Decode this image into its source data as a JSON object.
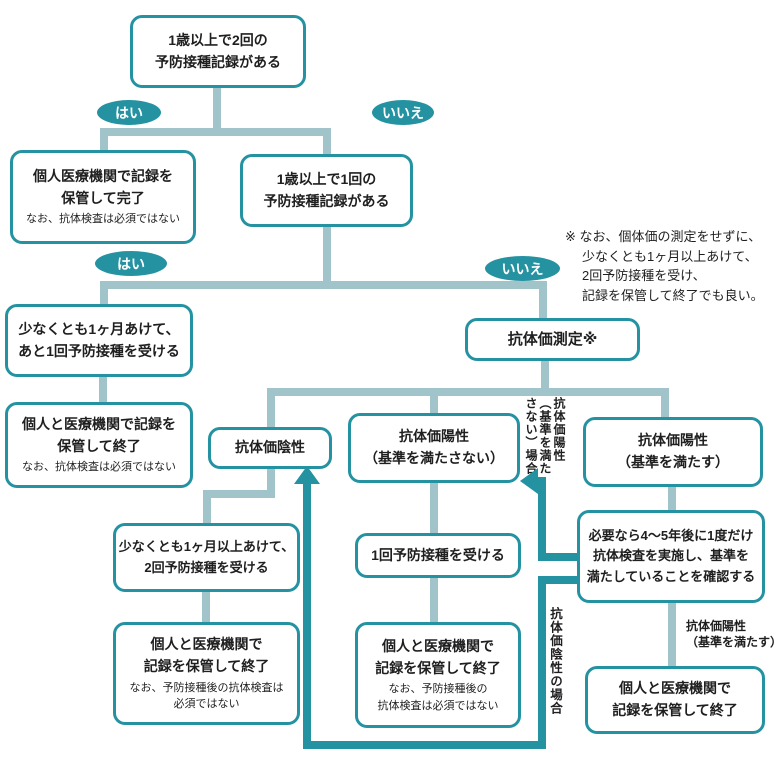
{
  "flowchart": {
    "nodes": {
      "two_dose_record": {
        "text": "1歳以上で2回の\n予防接種記録がある"
      },
      "keep_record_done": {
        "text": "個人医療機関で記録を\n保管して完了",
        "note": "なお、抗体検査は必須ではない"
      },
      "one_dose_record": {
        "text": "1歳以上で1回の\n予防接種記録がある"
      },
      "one_more_dose": {
        "text": "少なくとも1ヶ月あけて、\nあと1回予防接種を受ける"
      },
      "keep_record_end_left": {
        "text": "個人と医療機関で記録を\n保管して終了",
        "note": "なお、抗体検査は必須ではない"
      },
      "antibody_test": {
        "text": "抗体価測定※"
      },
      "negative": {
        "text": "抗体価陰性"
      },
      "positive_not_met": {
        "text": "抗体価陽性\n（基準を満たさない）"
      },
      "positive_met": {
        "text": "抗体価陽性\n（基準を満たす）"
      },
      "two_dose_after_month": {
        "text": "少なくとも1ヶ月以上あけて、\n2回予防接種を受ける"
      },
      "keep_record_end_neg": {
        "text": "個人と医療機関で\n記録を保管して終了",
        "note": "なお、予防接種後の抗体検査は\n必須ではない"
      },
      "single_dose": {
        "text": "1回予防接種を受ける"
      },
      "keep_record_end_mid": {
        "text": "個人と医療機関で\n記録を保管して終了",
        "note": "なお、予防接種後の\n抗体検査は必須ではない"
      },
      "recheck_4_5_years": {
        "text": "必要なら4～5年後に1度だけ\n抗体検査を実施し、基準を\n満たしていることを確認する"
      },
      "keep_record_end_right": {
        "text": "個人と医療機関で\n記録を保管して終了"
      }
    },
    "branch_labels": {
      "yes1": "はい",
      "no1": "いいえ",
      "yes2": "はい",
      "no2": "いいえ"
    },
    "edge_labels": {
      "positive_not_met_case": "抗体価陽性\n（基準を満た\nさない）場合",
      "negative_case": "抗体価陰性の場合",
      "positive_met_result": "抗体価陽性\n（基準を満たす）"
    },
    "footnote": "※ なお、個体価の測定をせずに、\n少なくとも1ヶ月以上あけて、\n2回予防接種を受け、\n記録を保管して終了でも良い。",
    "colors": {
      "teal": "#2592a2",
      "light_line": "#a0c4c9",
      "text": "#1f1f1f"
    }
  }
}
